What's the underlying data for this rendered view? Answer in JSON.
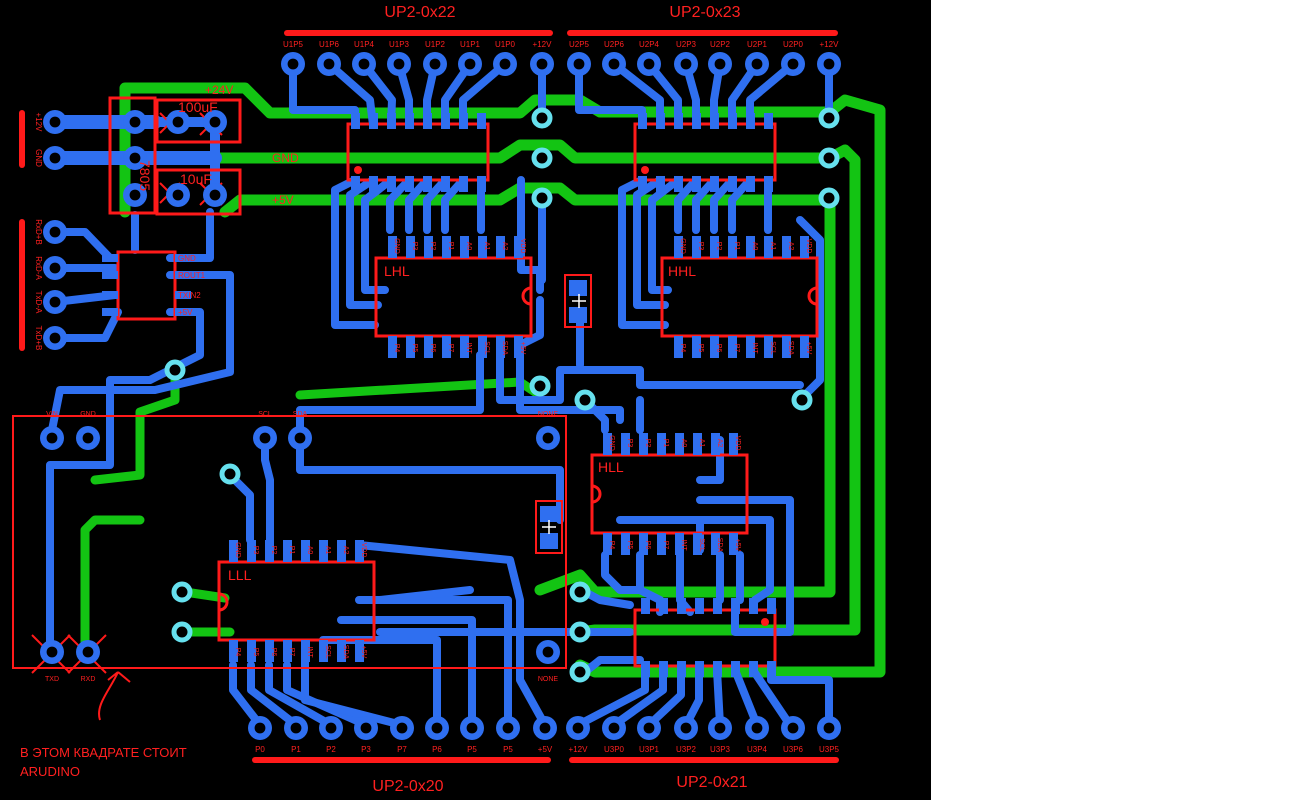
{
  "colors": {
    "background": "#000000",
    "page": "#ffffff",
    "bottom_trace": "#2f6ff0",
    "top_trace": "#13c413",
    "silk": "#ff1a1a",
    "via": "#66e0ee",
    "pad_text": "#ff2020"
  },
  "headers": {
    "top_left": {
      "title": "UP2-0x22",
      "pins": [
        "U1P5",
        "U1P6",
        "U1P4",
        "U1P3",
        "U1P2",
        "U1P1",
        "U1P0",
        "+12V"
      ]
    },
    "top_right": {
      "title": "UP2-0x23",
      "pins": [
        "U2P5",
        "U2P6",
        "U2P4",
        "U2P3",
        "U2P2",
        "U2P1",
        "U2P0",
        "+12V"
      ]
    },
    "bottom_left": {
      "title": "UP2-0x20",
      "pins": [
        "P0",
        "P1",
        "P2",
        "P3",
        "P7",
        "P6",
        "P5",
        "P5",
        "+5V"
      ]
    },
    "bottom_right": {
      "title": "UP2-0x21",
      "pins": [
        "+12V",
        "U3P0",
        "U3P1",
        "U3P2",
        "U3P3",
        "U3P4",
        "U3P6",
        "U3P5"
      ]
    }
  },
  "rails": {
    "v24": "+24V",
    "gnd": "GND",
    "v5": "+5V"
  },
  "power_connector": {
    "pins": [
      "+12V",
      "GND"
    ]
  },
  "rs485_connector": {
    "pins": [
      "RxD+B",
      "RxD-A",
      "TxD-A",
      "TxD+B"
    ]
  },
  "regulator": {
    "label": "7805"
  },
  "capacitors": [
    "100uF",
    "10uF"
  ],
  "transceiver": {
    "right_pins": [
      "GND",
      "ROUT1",
      "TXIN2",
      "+5V"
    ]
  },
  "expanders": {
    "lhl": "LHL",
    "hhl": "HHL",
    "hll": "HLL",
    "lll": "LLL"
  },
  "expander_pins": {
    "top": [
      "GND",
      "P3",
      "P2",
      "P1",
      "A0",
      "A1",
      "A2",
      "VDD"
    ],
    "bottom": [
      "P4",
      "P5",
      "P6",
      "P7",
      "INT",
      "SCL",
      "SDA",
      "+5V"
    ]
  },
  "arduino": {
    "top_pins": [
      "VIN",
      "GND",
      "SCL",
      "SDA",
      "NONE"
    ],
    "bottom_pins": [
      "TXD",
      "RXD",
      "NONE"
    ]
  },
  "note": {
    "line1": "В ЭТОМ КВАДРАТЕ СТОИТ",
    "line2": "ARUDINO"
  }
}
